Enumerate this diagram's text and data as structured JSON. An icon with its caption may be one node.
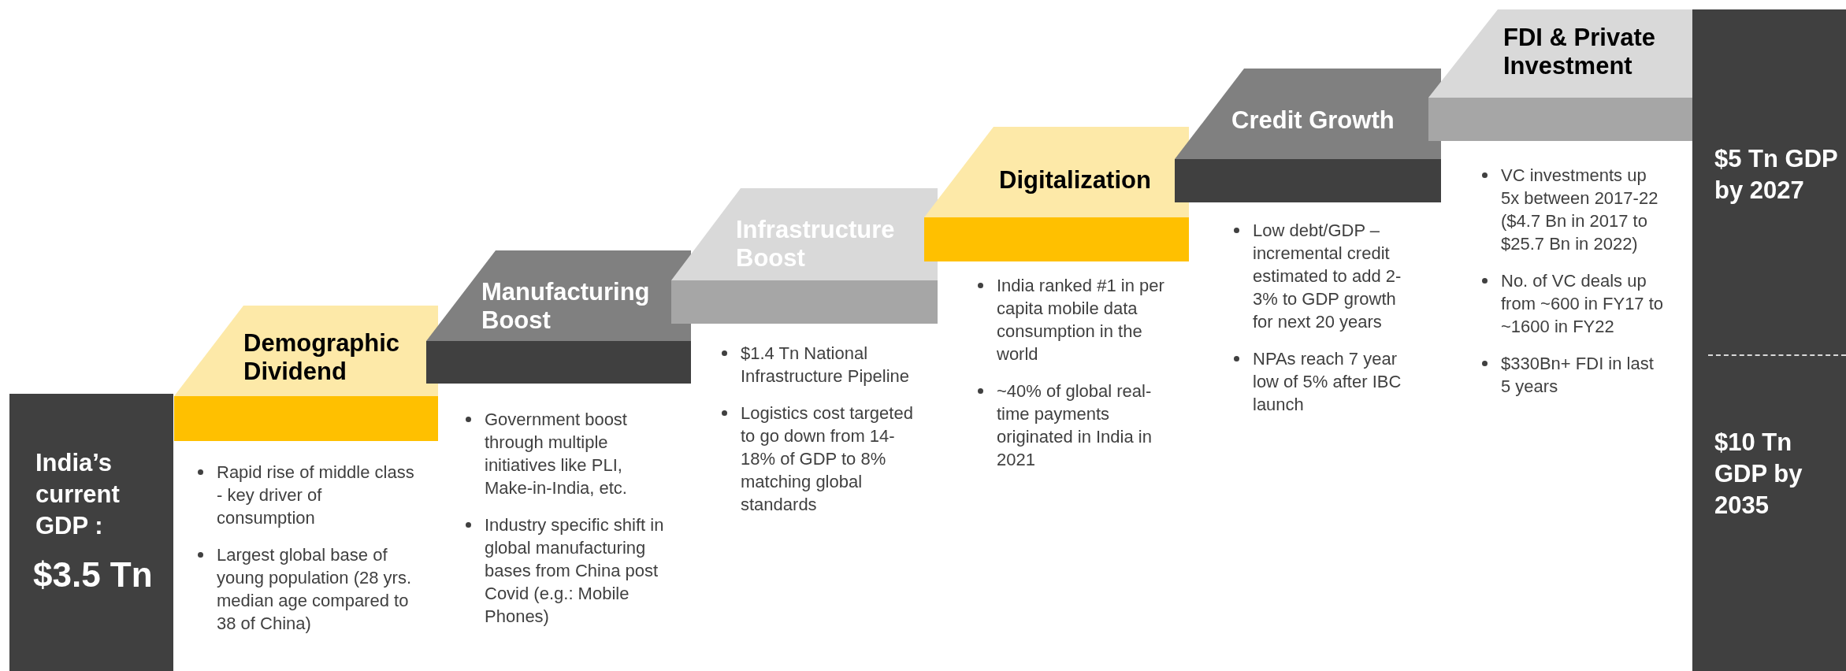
{
  "diagram": {
    "nodes": [
      {
        "text": [
          "India’s current GDP :",
          "$3.5 Tn"
        ]
      },
      {
        "text": [
          "Demographic Dividend"
        ],
        "beside": [
          "Rapid rise of middle class - key driver of consumption",
          "Largest global base of young population (28 yrs. median age compared to 38 of China)"
        ]
      },
      {
        "text": [
          "Manufacturing Boost"
        ],
        "beside": [
          "Government boost through multiple initiatives like PLI, Make-in-India, etc.",
          "Industry specific shift in global manufacturing bases from China post Covid (e.g.: Mobile Phones)"
        ]
      },
      {
        "text": [
          "Infrastructure Boost"
        ],
        "beside": [
          "$1.4 Tn National Infrastructure Pipeline",
          "Logistics cost targeted to go down from 14-18% of GDP to 8% matching global standards"
        ]
      },
      {
        "text": [
          "Digitalization"
        ],
        "beside": [
          "India ranked #1 in per capita mobile data consumption in the world",
          "~40% of global real-time payments originated in India in 2021"
        ]
      },
      {
        "text": [
          "Credit Growth"
        ],
        "beside": [
          "Low debt/GDP – incremental credit estimated to add 2-3% to GDP growth for next 20 years",
          "NPAs reach 7 year low of 5% after IBC launch"
        ]
      },
      {
        "text": [
          "FDI & Private Investment"
        ],
        "beside": [
          "VC investments up 5x between 2017-22 ($4.7 Bn in 2017 to $25.7 Bn in 2022)",
          "No. of VC deals up from ~600 in FY17 to ~1600 in FY22",
          "$330Bn+ FDI in last 5 years"
        ]
      },
      {
        "text": [
          "$5 Tn GDP by 2027",
          "$10 Tn GDP by 2035"
        ]
      }
    ]
  }
}
